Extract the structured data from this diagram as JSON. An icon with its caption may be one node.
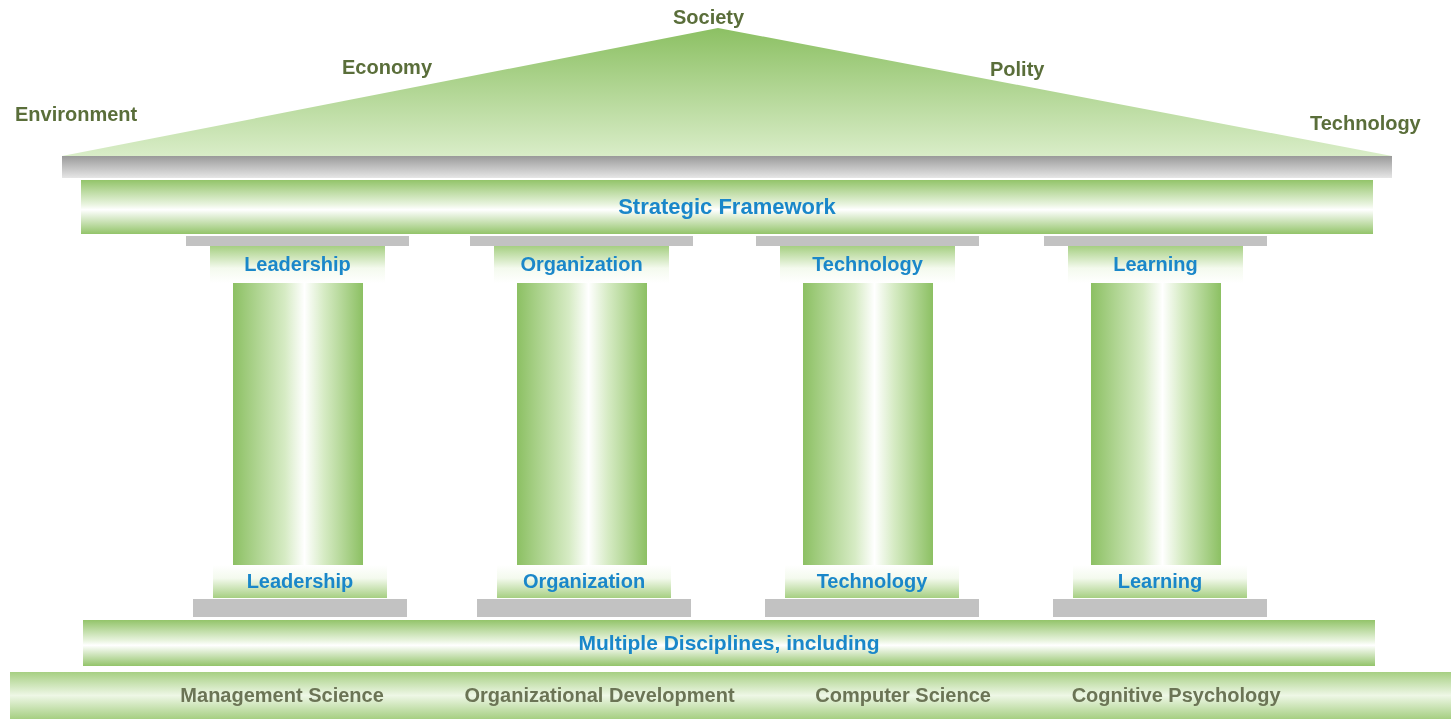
{
  "diagram": {
    "nodes": [
      {
        "text": [],
        "shape": "triangle"
      },
      {
        "text": [
          "Strategic Framework"
        ]
      },
      {
        "text": [
          "Leadership"
        ]
      },
      {
        "text": [
          "Organization"
        ]
      },
      {
        "text": [
          "Technology"
        ]
      },
      {
        "text": [
          "Learning"
        ]
      },
      {
        "text": [
          "Leadership"
        ]
      },
      {
        "text": [
          "Organization"
        ]
      },
      {
        "text": [
          "Technology"
        ]
      },
      {
        "text": [
          "Learning"
        ]
      },
      {
        "text": [
          "Multiple Disciplines, including"
        ]
      },
      {
        "text": [
          "Management Science",
          "Organizational Development",
          "Computer Science",
          "Cognitive Psychology"
        ]
      }
    ],
    "edges": [],
    "labels": [
      "Society",
      "Economy",
      "Polity",
      "Environment",
      "Technology"
    ]
  }
}
